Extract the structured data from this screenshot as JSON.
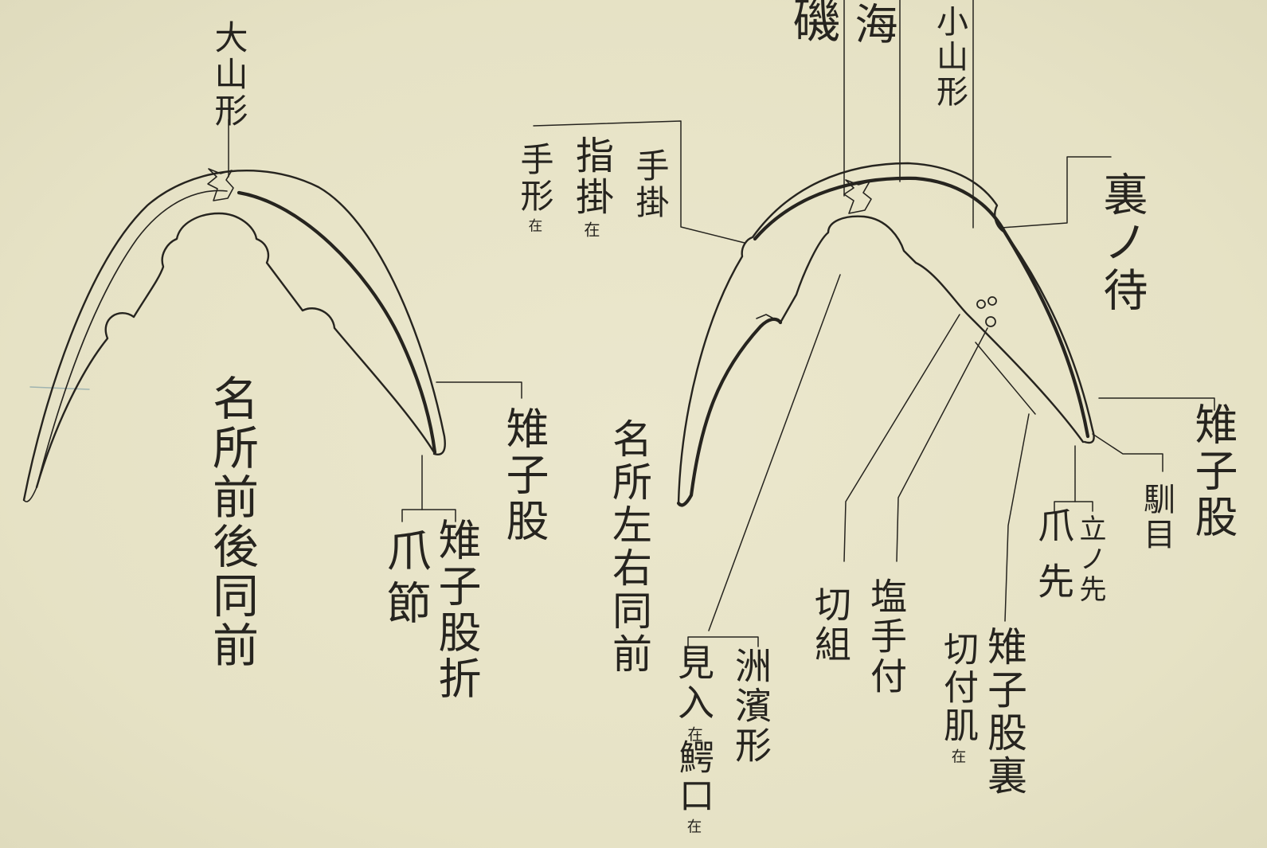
{
  "colors": {
    "paper": "#e8e4c9",
    "ink": "#26241f"
  },
  "left_figure": {
    "labels": {
      "oyamagata": "大山形",
      "caption": "名所前後同前",
      "kijimata": "雉子股",
      "tsumebushi": "爪節",
      "kijimata_ori": "雉子股折"
    }
  },
  "right_figure": {
    "labels": {
      "iso": "磯",
      "umi": "海",
      "koyamagata": "小山形",
      "tekake": "手掛",
      "yubikake": "指掛",
      "yubikake_note": "在",
      "tegata": "手形",
      "tegata_note": "在",
      "ura_no_machi": "裏ノ待",
      "caption": "名所左右同前",
      "kijimata": "雉子股",
      "narashime": "馴目",
      "tsumasaki": "爪先",
      "tachi_no_saki": "立ノ先",
      "kirikumi": "切組",
      "shiode_tsuke": "塩手付",
      "kiritsuke_hada": "切付肌",
      "kiritsuke_hada_note": "在",
      "kijimata_ura": "雉子股裏",
      "miire": "見入",
      "miire_note": "在",
      "waniguchi": "鰐口",
      "waniguchi_note": "在",
      "suhama_gata": "洲濱形"
    }
  }
}
